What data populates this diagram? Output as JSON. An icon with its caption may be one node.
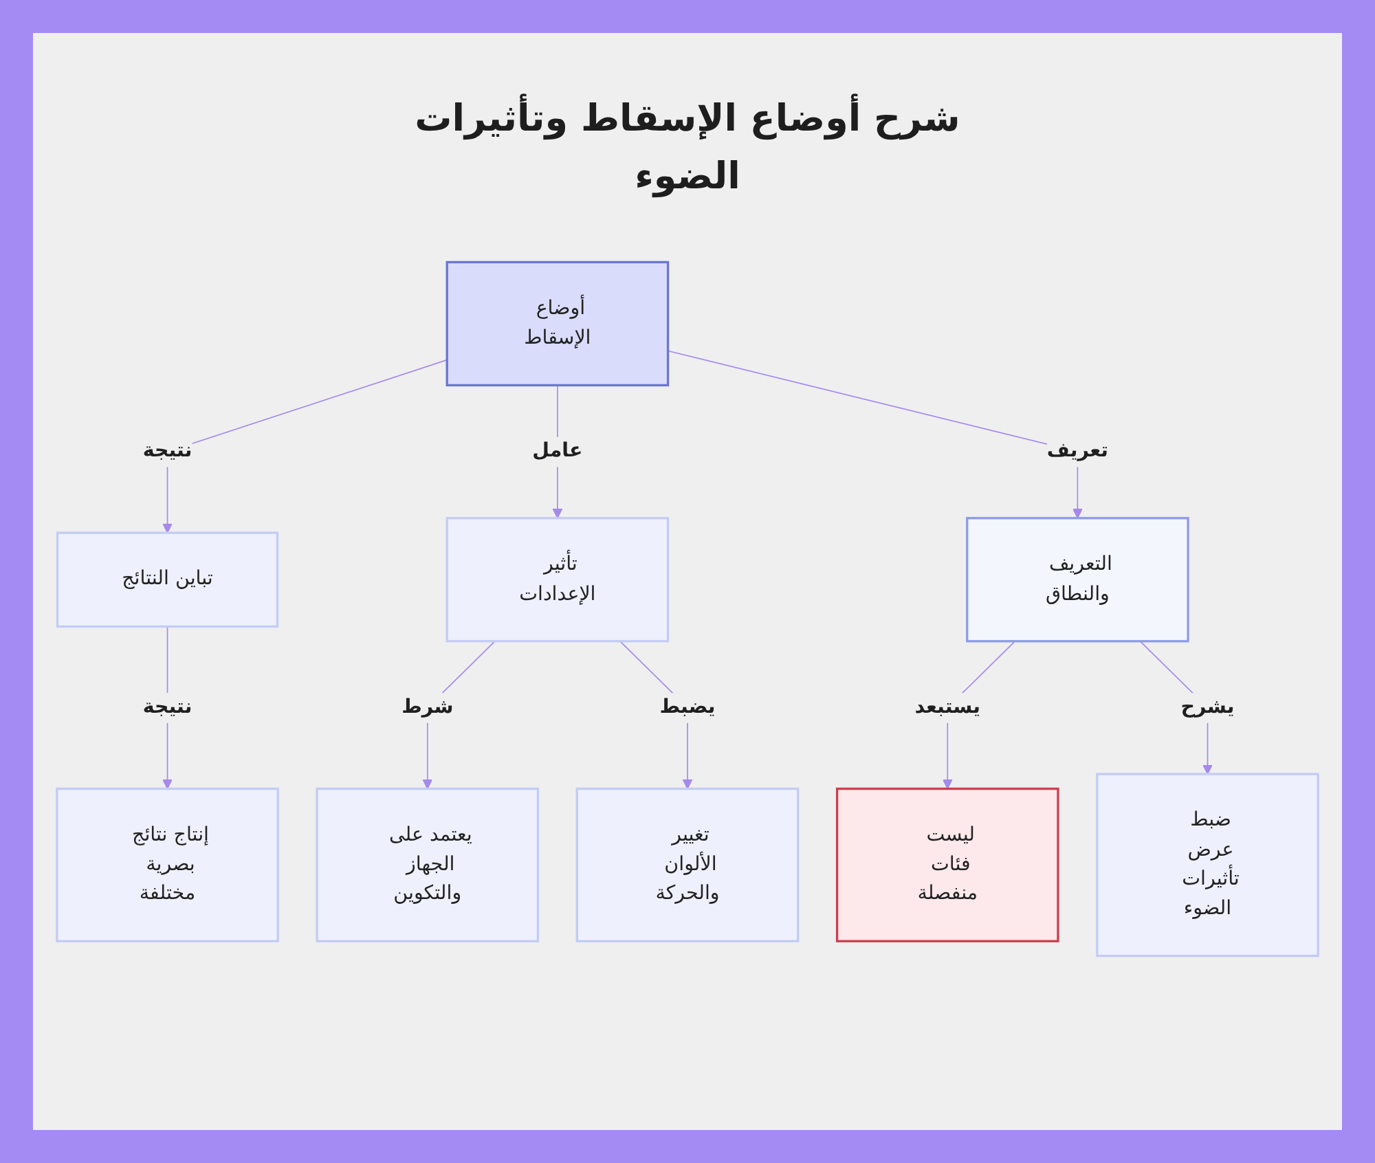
{
  "diagram": {
    "title": "شرح أوضاع الإسقاط وتأثيرات الضوء",
    "nodes": [
      {
        "text": [
          "أوضاع الإسقاط"
        ]
      },
      {
        "text": [
          "تباين النتائج"
        ]
      },
      {
        "text": [
          "تأثير الإعدادات"
        ]
      },
      {
        "text": [
          "التعريف والنطاق"
        ]
      },
      {
        "text": [
          "إنتاج نتائج بصرية مختلفة"
        ]
      },
      {
        "text": [
          "يعتمد على الجهاز والتكوين"
        ]
      },
      {
        "text": [
          "تغيير الألوان والحركة"
        ]
      },
      {
        "text": [
          "ليست فئات منفصلة"
        ]
      },
      {
        "text": [
          "ضبط عرض تأثيرات الضوء"
        ]
      }
    ],
    "edges": [
      {
        "from": 0,
        "to": 1,
        "arrow": "to",
        "label": "نتيجة"
      },
      {
        "from": 0,
        "to": 2,
        "arrow": "to",
        "label": "عامل"
      },
      {
        "from": 0,
        "to": 3,
        "arrow": "to",
        "label": "تعريف"
      },
      {
        "from": 1,
        "to": 4,
        "arrow": "to",
        "label": "نتيجة"
      },
      {
        "from": 2,
        "to": 5,
        "arrow": "to",
        "label": "شرط"
      },
      {
        "from": 2,
        "to": 6,
        "arrow": "to",
        "label": "يضبط"
      },
      {
        "from": 3,
        "to": 7,
        "arrow": "to",
        "label": "يستبعد"
      },
      {
        "from": 3,
        "to": 8,
        "arrow": "to",
        "label": "يشرح"
      }
    ]
  }
}
